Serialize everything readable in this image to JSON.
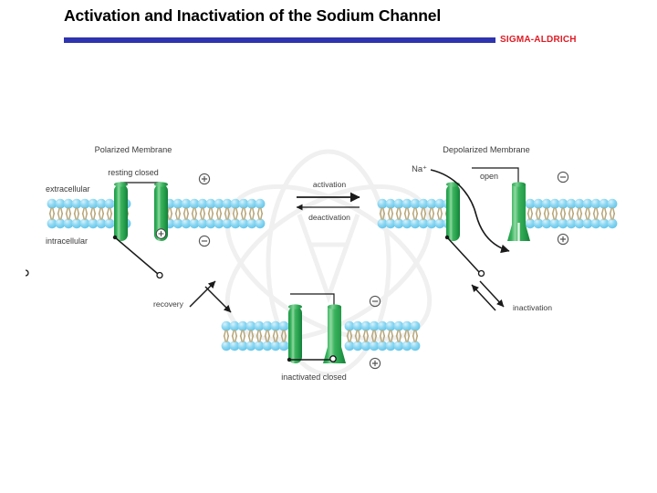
{
  "header": {
    "title": "Activation and Inactivation of the Sodium Channel",
    "brand": "SIGMA-ALDRICH",
    "rule_color": "#2E33AE",
    "brand_color": "#E01B24"
  },
  "figure": {
    "panels": {
      "polarized": {
        "heading": "Polarized Membrane",
        "state_label": "resting closed",
        "side_top": "extracellular",
        "side_bottom": "intracellular",
        "charge_top": "⊕",
        "charge_bottom": "⊖"
      },
      "depolarized": {
        "heading": "Depolarized Membrane",
        "state_label": "open",
        "ion_label": "Na⁺",
        "charge_top": "⊖",
        "charge_bottom": "⊕"
      },
      "inactivated": {
        "state_label": "inactivated closed",
        "charge_top": "⊖",
        "charge_bottom": "⊕"
      }
    },
    "transitions": [
      {
        "name": "activation",
        "label": "activation"
      },
      {
        "name": "deactivation",
        "label": "deactivation"
      },
      {
        "name": "inactivation",
        "label": "inactivation"
      },
      {
        "name": "recovery",
        "label": "recovery"
      }
    ],
    "colors": {
      "channel_green": "#2FA84F",
      "channel_green_dark": "#17913C",
      "channel_highlight": "#9BDCA8",
      "membrane_head": "#7FD2F0",
      "membrane_head_light": "#B5E6F8",
      "membrane_tail": "#B9A77A",
      "line": "#1a1a1a",
      "text": "#3b3b3b",
      "watermark": "#f0f0f0"
    }
  }
}
